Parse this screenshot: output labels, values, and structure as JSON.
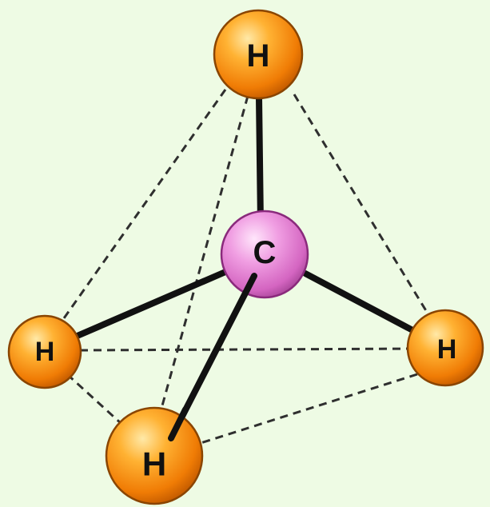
{
  "diagram": {
    "atoms": {
      "carbon": {
        "label": "C",
        "color": "#e889d6"
      },
      "hydrogen_top": {
        "label": "H",
        "color": "#f38b12"
      },
      "hydrogen_left": {
        "label": "H",
        "color": "#f38b12"
      },
      "hydrogen_right": {
        "label": "H",
        "color": "#f38b12"
      },
      "hydrogen_bottom": {
        "label": "H",
        "color": "#f38b12"
      }
    },
    "colors": {
      "background": "#eefbe4",
      "bond": "#111111",
      "edge_dashed": "#2f2f2f",
      "carbon_fill": "#e889d6",
      "hydrogen_fill": "#f38b12"
    }
  }
}
